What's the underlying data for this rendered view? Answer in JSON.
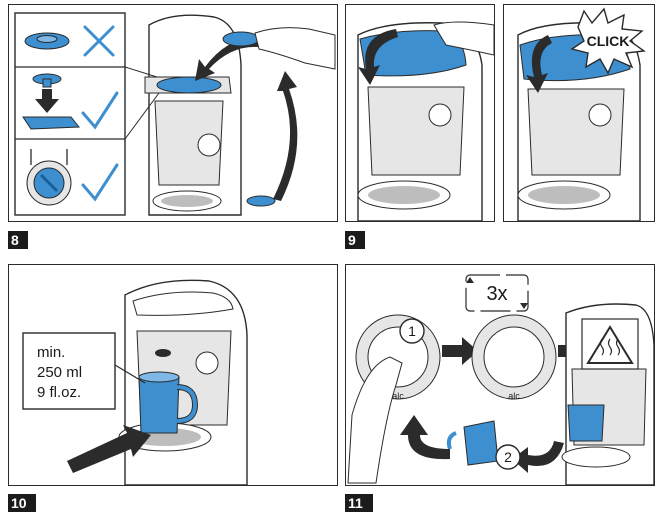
{
  "steps": [
    {
      "number": "8"
    },
    {
      "number": "9"
    },
    {
      "number": "10"
    },
    {
      "number": "11"
    }
  ],
  "step9": {
    "click_label": "CLICK"
  },
  "step10": {
    "volume_lines": [
      "min.",
      "250 ml",
      "9 fl.oz."
    ]
  },
  "step11": {
    "repeat_label": "3x",
    "callout_1": "1",
    "callout_2": "2",
    "button_label": "alc"
  },
  "colors": {
    "accent": "#3d8fd0",
    "outline": "#2b2b2b",
    "badge": "#1b1b1b",
    "panel_gray": "#e6e6e6"
  }
}
